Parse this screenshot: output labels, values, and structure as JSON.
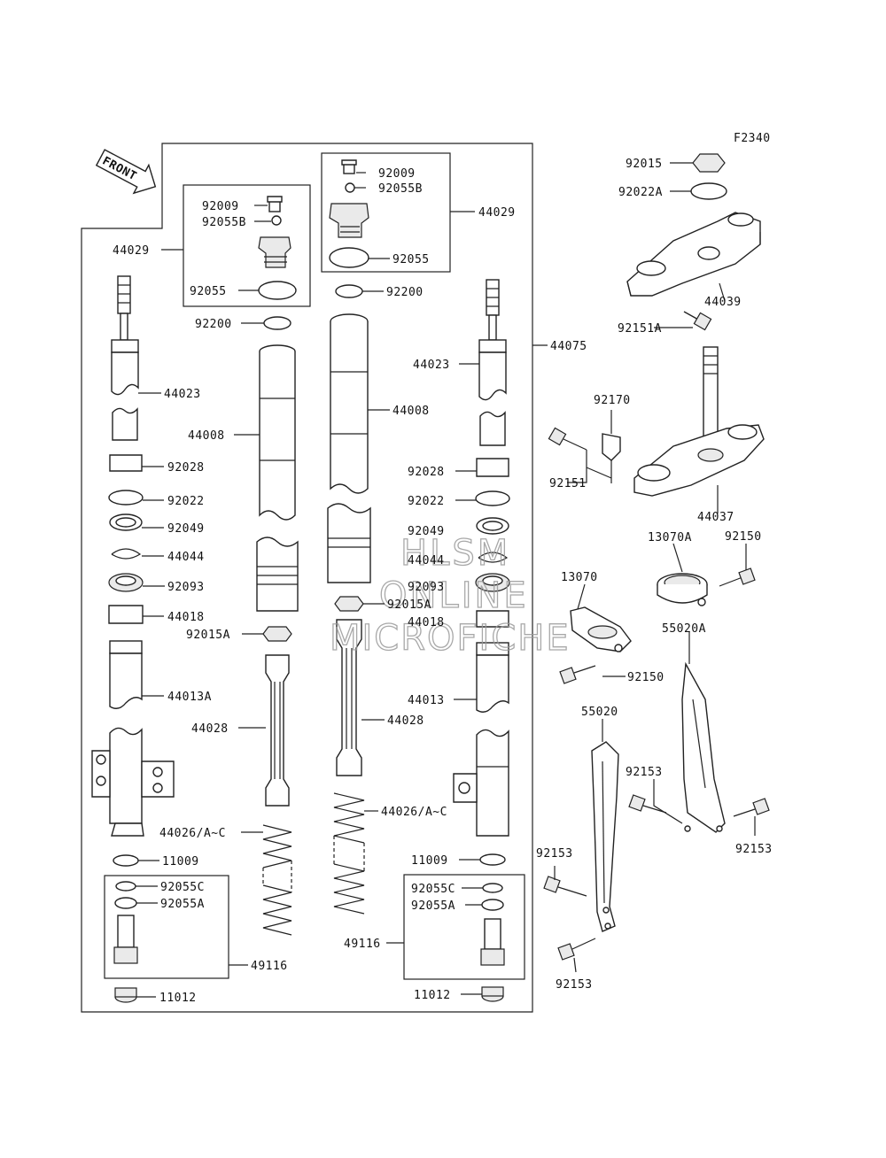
{
  "figure_code": "F2340",
  "front_label": "FRONT",
  "watermark": [
    "HLSM",
    "ONLINE",
    "MICROFICHE"
  ],
  "callouts": {
    "c92009_l": "92009",
    "c92055B_l": "92055B",
    "c44029_l": "44029",
    "c92055_l": "92055",
    "c92200_l": "92200",
    "c92009_r": "92009",
    "c92055B_r": "92055B",
    "c44029_r": "44029",
    "c92055_r": "92055",
    "c92200_r": "92200",
    "c44075": "44075",
    "c44023_l": "44023",
    "c44023_r": "44023",
    "c44008_l": "44008",
    "c44008_r": "44008",
    "c92028_l": "92028",
    "c92028_r": "92028",
    "c92022_l": "92022",
    "c92022_r": "92022",
    "c92049_l": "92049",
    "c92049_r": "92049",
    "c44044_l": "44044",
    "c44044_r": "44044",
    "c92093_l": "92093",
    "c92093_r": "92093",
    "c44018_l": "44018",
    "c44018_r": "44018",
    "c92015A_l": "92015A",
    "c92015A_r": "92015A",
    "c44013A": "44013A",
    "c44013": "44013",
    "c44028_l": "44028",
    "c44028_r": "44028",
    "c44026_l": "44026/A~C",
    "c44026_r": "44026/A~C",
    "c11009_l": "11009",
    "c11009_r": "11009",
    "c92055C_l": "92055C",
    "c92055A_l": "92055A",
    "c92055C_r": "92055C",
    "c92055A_r": "92055A",
    "c49116_l": "49116",
    "c49116_r": "49116",
    "c11012_l": "11012",
    "c11012_r": "11012",
    "c92015": "92015",
    "c92022A": "92022A",
    "c44039": "44039",
    "c92151A": "92151A",
    "c92170": "92170",
    "c92151": "92151",
    "c44037": "44037",
    "c13070A": "13070A",
    "c92150_a": "92150",
    "c13070": "13070",
    "c92150_b": "92150",
    "c55020A": "55020A",
    "c55020": "55020",
    "c92153_a": "92153",
    "c92153_b": "92153",
    "c92153_c": "92153",
    "c92153_d": "92153"
  }
}
